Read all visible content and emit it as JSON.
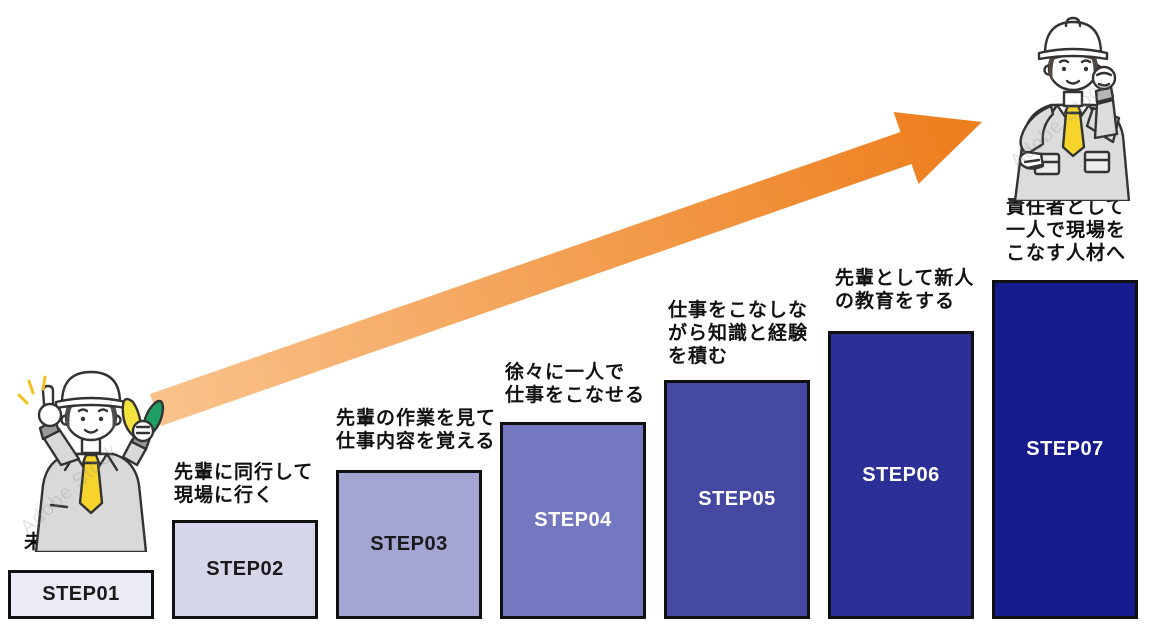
{
  "steps": [
    {
      "label": "STEP01",
      "caption": "未経験で入社",
      "color": "#eaebf5",
      "text_color": "#1a1a1a"
    },
    {
      "label": "STEP02",
      "caption": "先輩に同行して\n現場に行く",
      "color": "#d5d6ea",
      "text_color": "#1a1a1a"
    },
    {
      "label": "STEP03",
      "caption": "先輩の作業を見て\n仕事内容を覚える",
      "color": "#a3a5d3",
      "text_color": "#1a1a1a"
    },
    {
      "label": "STEP04",
      "caption": "徐々に一人で\n仕事をこなせる",
      "color": "#7478c0",
      "text_color": "#ffffff"
    },
    {
      "label": "STEP05",
      "caption": "仕事をこなしな\nがら知識と経験\nを積む",
      "color": "#4649a1",
      "text_color": "#ffffff"
    },
    {
      "label": "STEP06",
      "caption": "先輩として新人\nの教育をする",
      "color": "#2b2f96",
      "text_color": "#ffffff"
    },
    {
      "label": "STEP07",
      "caption": "責任者として\n一人で現場を\nこなす人材へ",
      "color": "#151a8c",
      "text_color": "#ffffff"
    }
  ],
  "arrow": {
    "color_start": "#f9c28b",
    "color_end": "#ee7f1e"
  },
  "watermark": {
    "text": "Adobe Stock"
  },
  "illustrations": {
    "left": "beginner worker with hard hat holding wakaba beginner mark",
    "right": "senior worker with hard hat raising fist"
  }
}
